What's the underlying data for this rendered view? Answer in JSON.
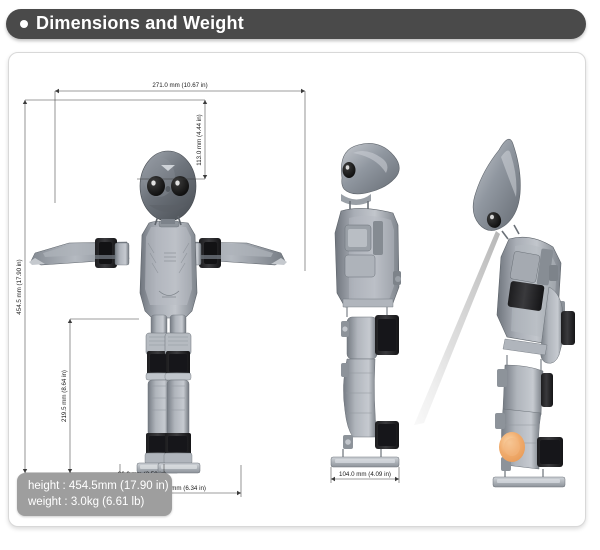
{
  "header": {
    "title": "Dimensions and Weight",
    "bullet_icon": "bullet-dot-icon"
  },
  "diagram": {
    "views": [
      {
        "id": "front-view",
        "label": "front view of humanoid robot"
      },
      {
        "id": "side-view",
        "label": "side view of humanoid robot"
      },
      {
        "id": "bowing-view",
        "label": "humanoid robot bowing with vision cone toward ball"
      }
    ],
    "dimensions": {
      "shoulder_width": "271.0 mm (10.67 in)",
      "head_height": "113.0 mm (4.44 in)",
      "total_height": "454.5 mm (17.90 in)",
      "leg_height": "219.5 mm (8.64 in)",
      "foot_width": "66.0 mm (2.59 in)",
      "stance_width": "161.0 mm (6.34 in)",
      "foot_depth": "104.0 mm (4.09 in)"
    },
    "ball": {
      "name": "orange-ball",
      "color": "#efa96a"
    },
    "vision_cone": {
      "name": "vision-cone",
      "color": "#c9c9c9"
    }
  },
  "spec_box": {
    "height_line": "height : 454.5mm (17.90 in)",
    "weight_line": "weight : 3.0kg (6.61 lb)"
  },
  "colors": {
    "header_bg": "#4a4a4a",
    "panel_bg": "#ffffff",
    "panel_border": "#d8d8d8",
    "spec_bg": "#9e9e9e",
    "robot_body": "#9aa0a8",
    "robot_dark": "#2b2b2b",
    "accent_orange": "#efa96a"
  }
}
